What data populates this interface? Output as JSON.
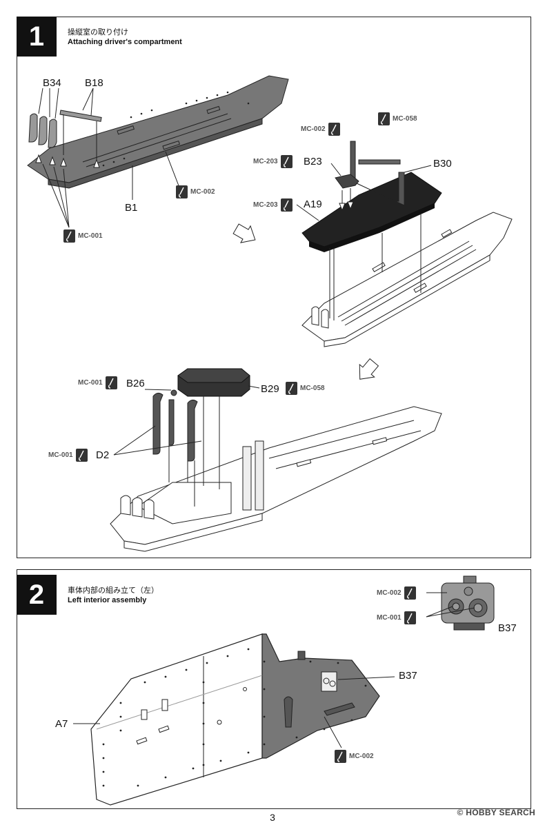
{
  "page_number": "3",
  "watermark": "© HOBBY SEARCH",
  "step1": {
    "number": "1",
    "title_jp": "操縦室の取り付け",
    "title_en": "Attaching driver's compartment",
    "labels": {
      "b34": "B34",
      "b18": "B18",
      "b1": "B1",
      "b23": "B23",
      "b30": "B30",
      "a19": "A19",
      "b26": "B26",
      "b29": "B29",
      "d2": "D2"
    },
    "paints": {
      "mc002_a": "MC-002",
      "mc001_a": "MC-001",
      "mc002_b": "MC-002",
      "mc058_a": "MC-058",
      "mc203_a": "MC-203",
      "mc203_b": "MC-203",
      "mc001_b": "MC-001",
      "mc058_b": "MC-058",
      "mc001_c": "MC-001"
    }
  },
  "step2": {
    "number": "2",
    "title_jp": "車体内部の組み立て（左）",
    "title_en": "Left interior assembly",
    "labels": {
      "a7": "A7",
      "b37_main": "B37",
      "b37_detail": "B37"
    },
    "paints": {
      "mc002_a": "MC-002",
      "mc001_a": "MC-001",
      "mc002_b": "MC-002"
    }
  }
}
